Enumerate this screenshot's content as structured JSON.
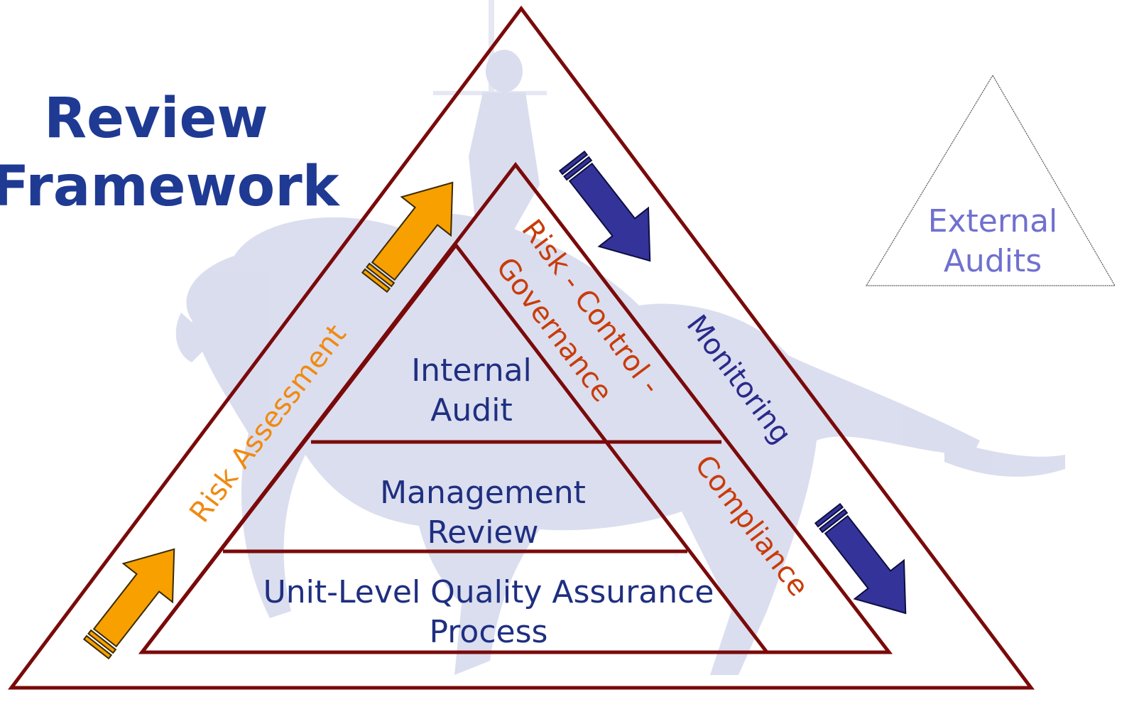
{
  "title": {
    "line1": "Review",
    "line2": "Framework"
  },
  "levels": {
    "top": [
      "Internal",
      "Audit"
    ],
    "middle": [
      "Management",
      "Review"
    ],
    "bottom": [
      "Unit-Level Quality Assurance",
      "Process"
    ]
  },
  "side_labels": {
    "risk_assessment": "Risk Assessment",
    "risk_control_line1": "Risk - Control -",
    "risk_control_line2": "Governance",
    "monitoring": "Monitoring",
    "compliance": "Compliance"
  },
  "external": [
    "External",
    "Audits"
  ],
  "colors": {
    "frame": "#7a0a0a",
    "title": "#1f3a93",
    "level_text": "#1f2f80",
    "orange_text": "#f08a12",
    "red_text": "#c83c0a",
    "monitoring_text": "#2a2a8a",
    "orange_arrow": "#f7a000",
    "blue_arrow": "#33339a",
    "external_text": "#7070d0",
    "silhouette": "#d9dcee"
  }
}
